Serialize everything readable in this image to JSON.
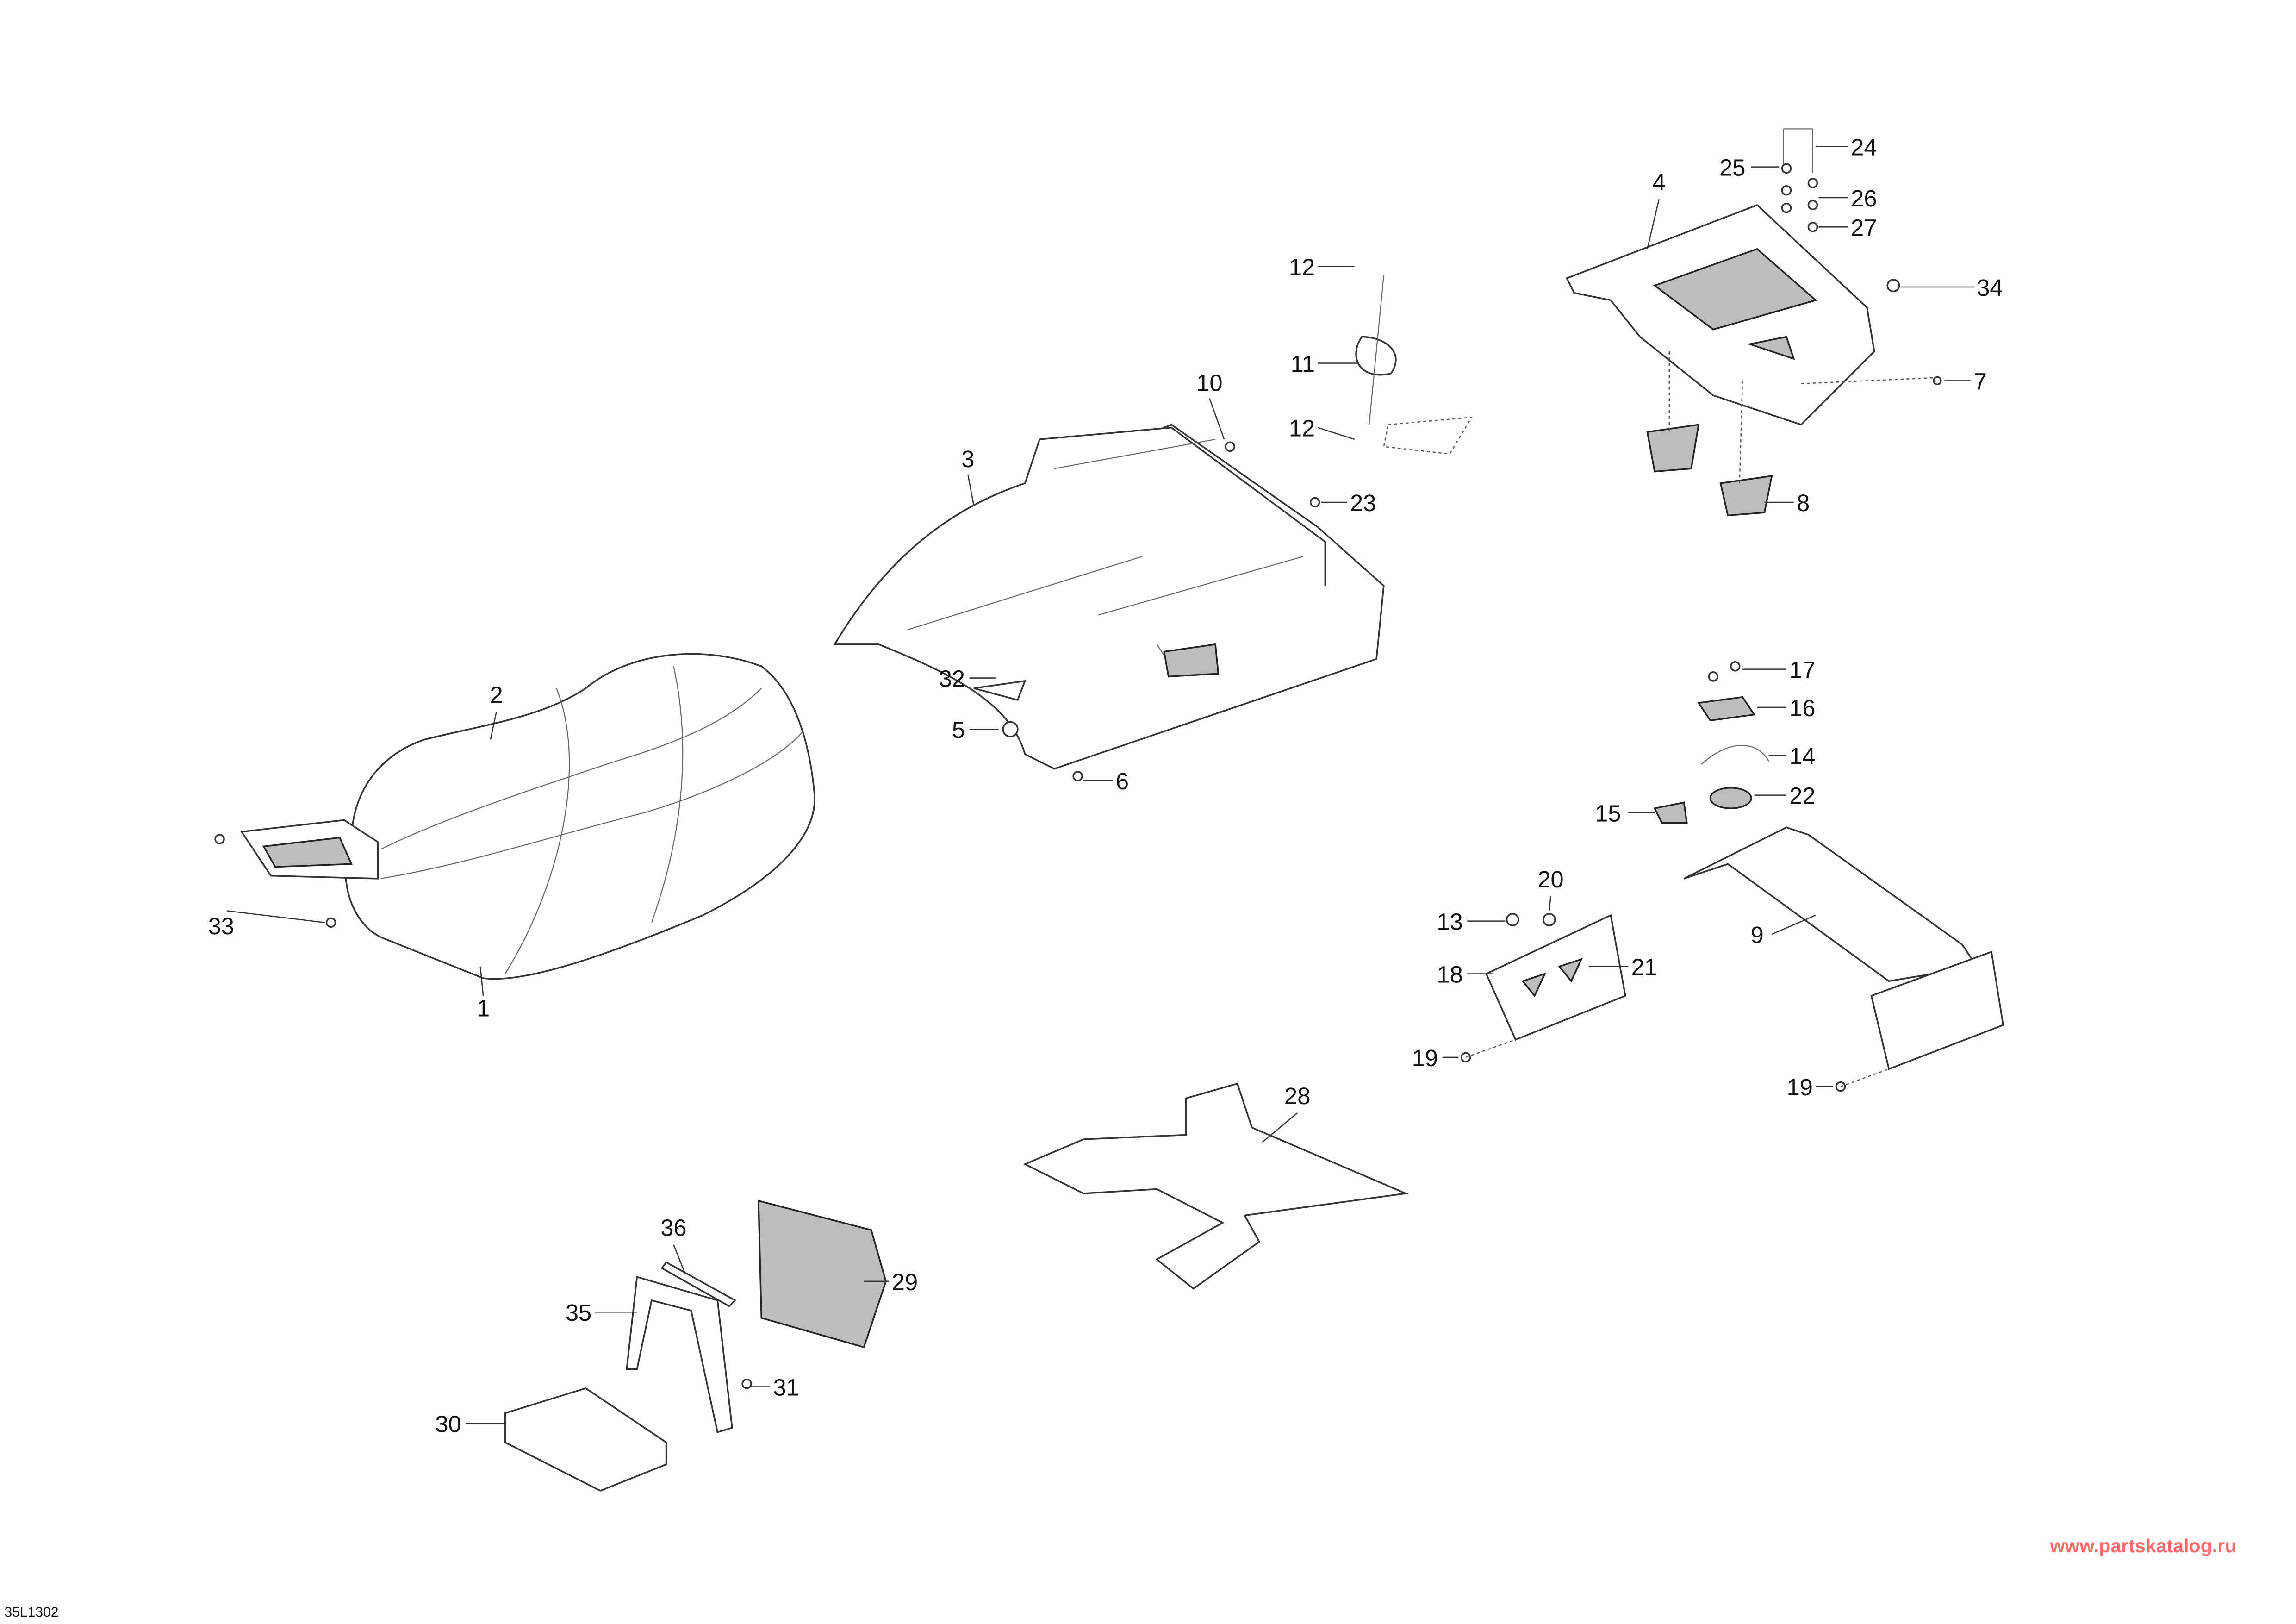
{
  "diagram": {
    "callouts": [
      "24",
      "25",
      "26",
      "27",
      "4",
      "34",
      "7",
      "8",
      "12",
      "11",
      "12",
      "10",
      "23",
      "3",
      "32",
      "5",
      "6",
      "2",
      "33",
      "1",
      "17",
      "16",
      "14",
      "15",
      "22",
      "20",
      "13",
      "18",
      "21",
      "9",
      "19",
      "19",
      "28",
      "36",
      "35",
      "29",
      "31",
      "30"
    ],
    "watermark": "www.partskatalog.ru",
    "figure_code": "35L1302",
    "colors": {
      "line": "#333333",
      "watermark": "#ff6a6a",
      "background": "#fdfefd"
    }
  }
}
